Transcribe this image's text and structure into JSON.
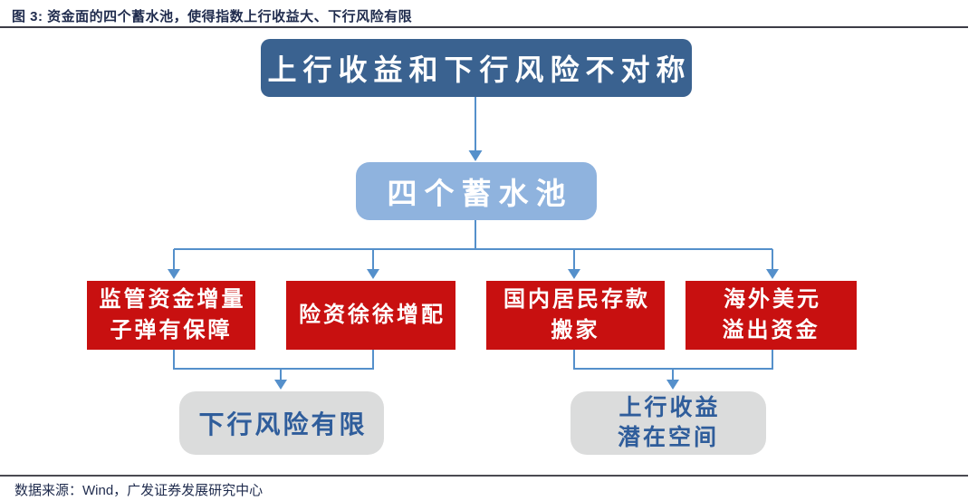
{
  "figure": {
    "title": "图 3:  资金面的四个蓄水池，使得指数上行收益大、下行风险有限",
    "source": "数据来源：Wind，广发证券发展研究中心"
  },
  "diagram": {
    "root": {
      "label": "上行收益和下行风险不对称"
    },
    "hub": {
      "label": "四个蓄水池"
    },
    "branches": [
      {
        "label": "监管资金增量\n子弹有保障"
      },
      {
        "label": "险资徐徐增配"
      },
      {
        "label": "国内居民存款\n搬家"
      },
      {
        "label": "海外美元\n溢出资金"
      }
    ],
    "outcomes": [
      {
        "label": "下行风险有限"
      },
      {
        "label": "上行收益\n潜在空间"
      }
    ]
  },
  "colors": {
    "root_box": "#3A6290",
    "hub_box": "#8FB3DE",
    "branch_box": "#C81010",
    "outcome_box": "#DBDCDC",
    "outcome_text": "#2F5D9B",
    "connector": "#5590CB",
    "title_text": "#1F2B4D"
  }
}
